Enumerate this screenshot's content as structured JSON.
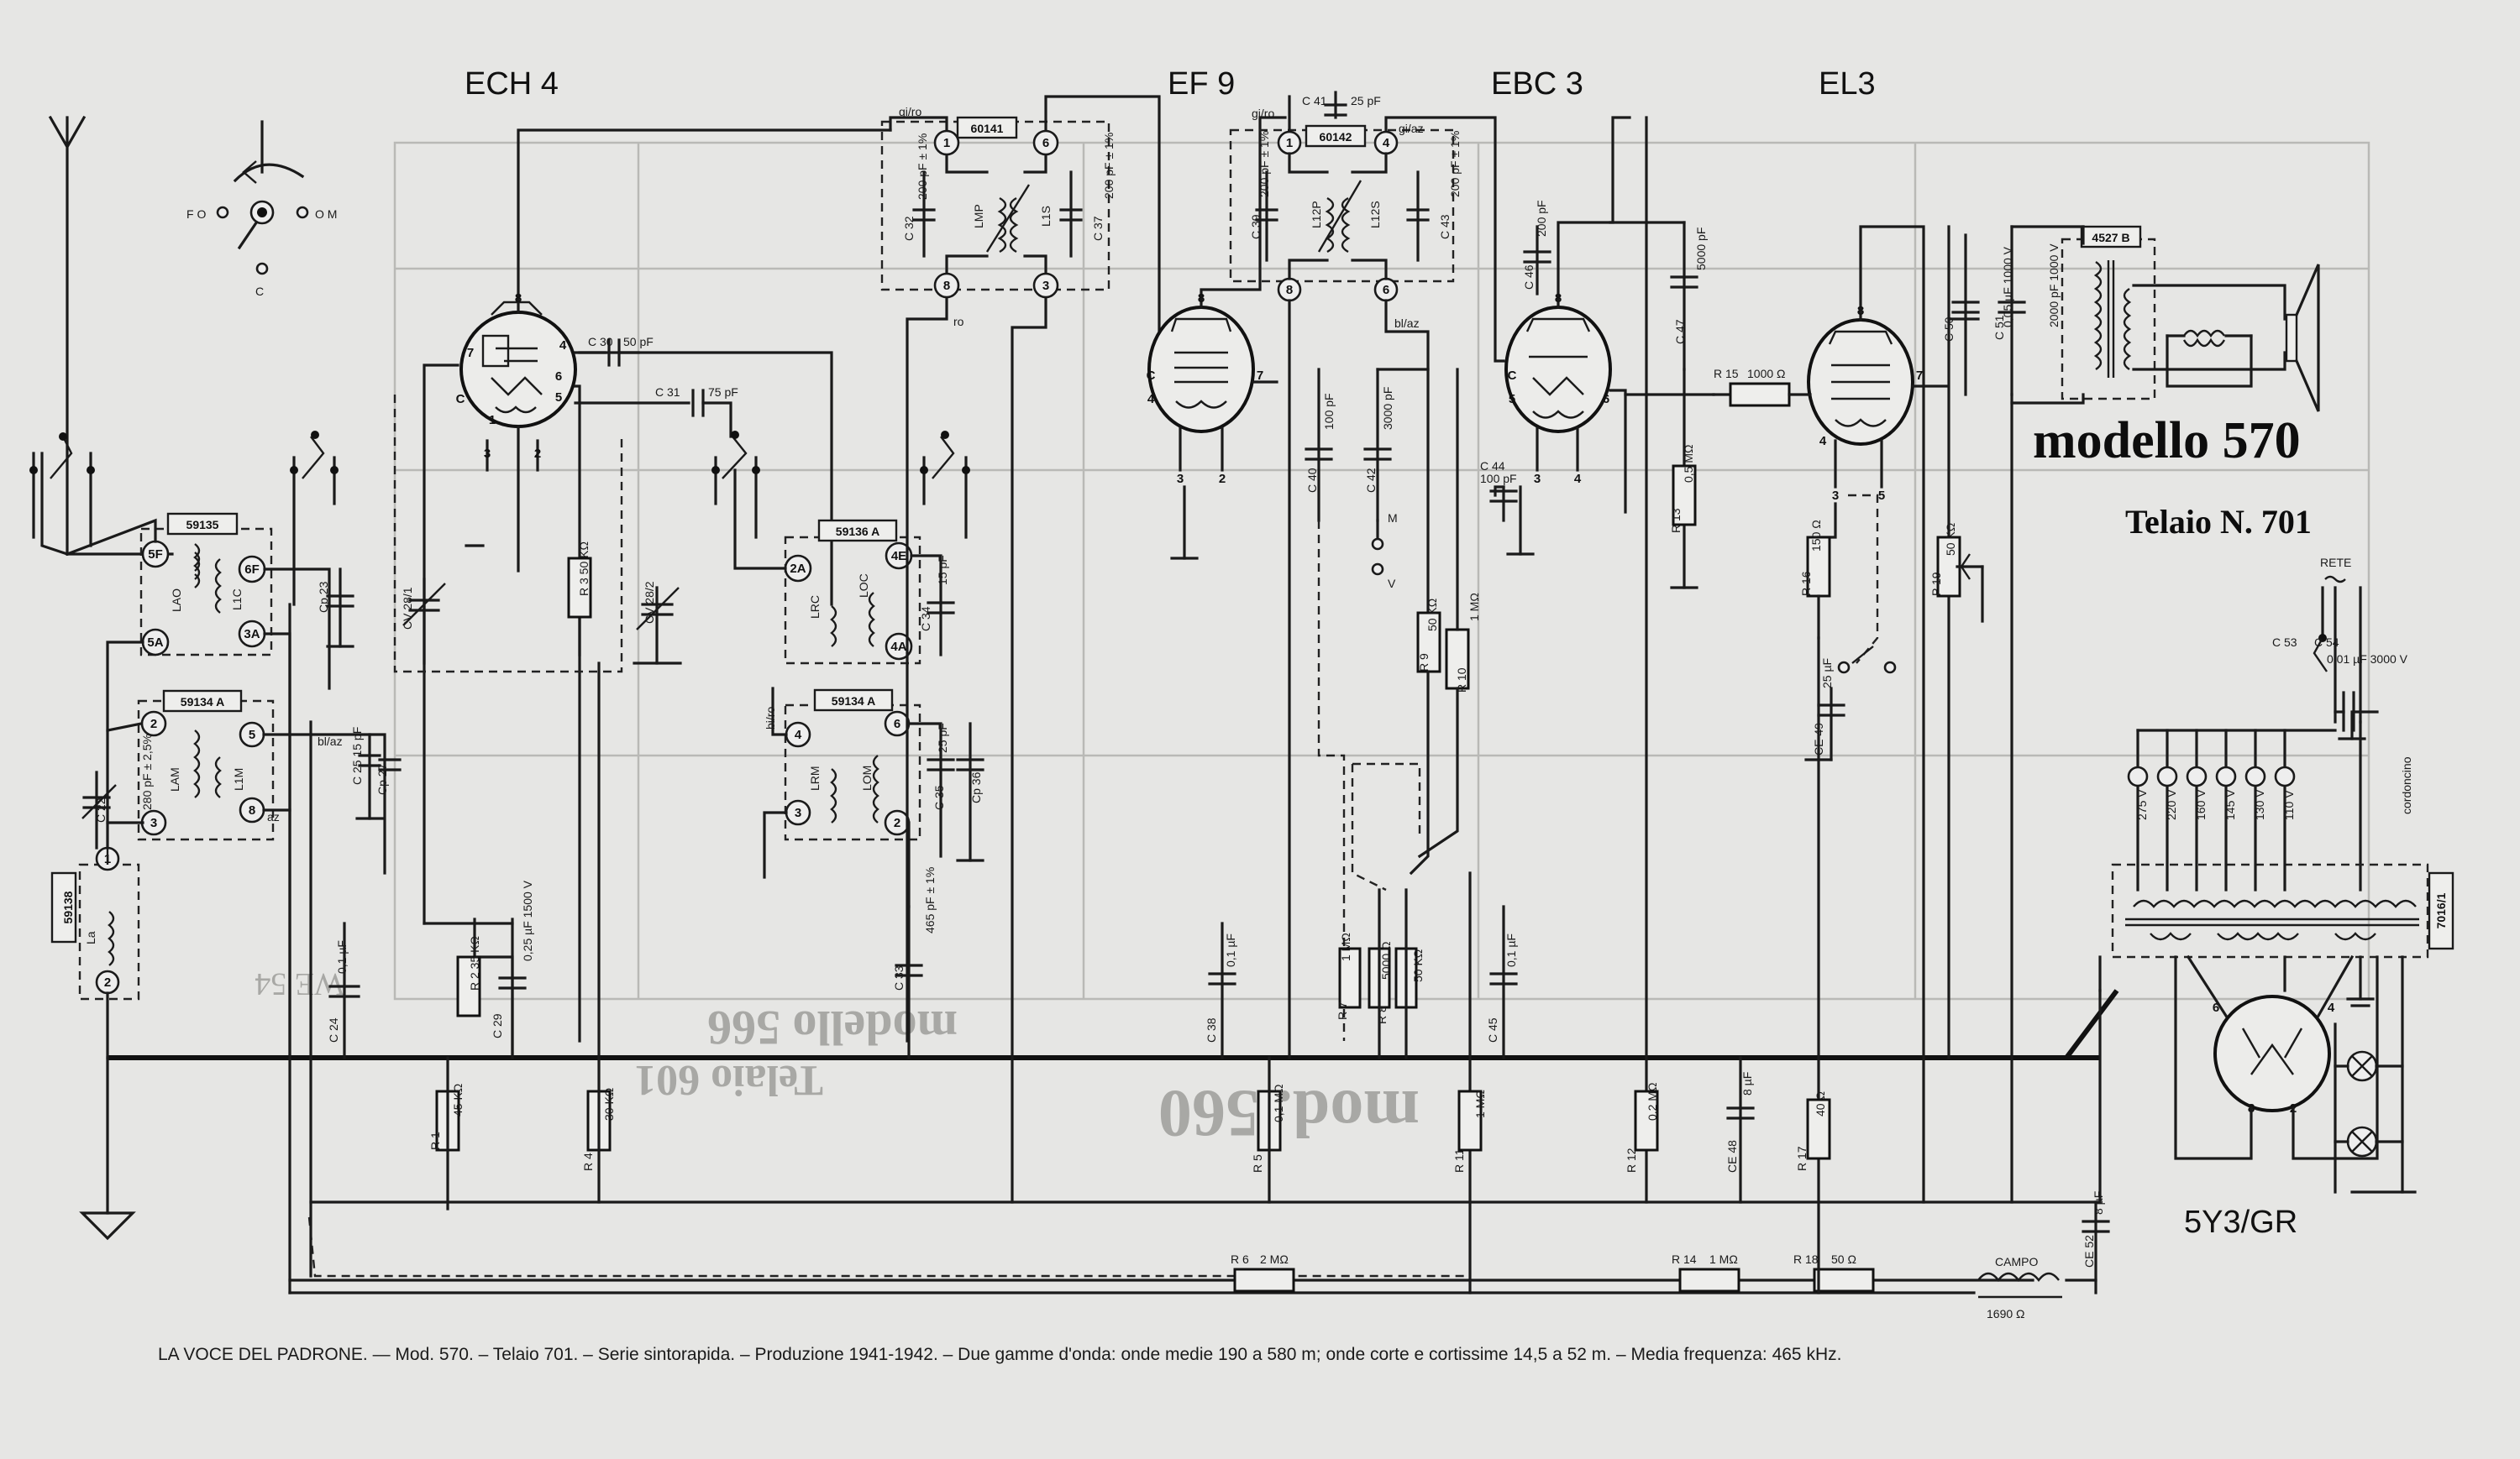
{
  "title": "modello 570",
  "subtitle": "Telaio N. 701",
  "caption": "LA VOCE DEL PADRONE. — Mod. 570. – Telaio 701. – Serie sintorapida. – Produzione 1941-1942. – Due gamme d'onda: onde medie 190 a 580 m; onde corte e cortissime 14,5 a 52 m. – Media frequenza: 465 kHz.",
  "tubes": [
    {
      "id": "ech4",
      "label": "ECH 4"
    },
    {
      "id": "ef9",
      "label": "EF 9"
    },
    {
      "id": "ebc3",
      "label": "EBC 3"
    },
    {
      "id": "el3",
      "label": "EL3"
    },
    {
      "id": "rect",
      "label": "5Y3/GR"
    }
  ],
  "switch_labels": {
    "fo": "F O",
    "om": "O M",
    "c": "C"
  },
  "transformers": {
    "t59135": "59135",
    "t59134a": "59134 A",
    "t59136a": "59136 A",
    "t59134a2": "59134 A",
    "t59138": "59138",
    "t60141": "60141",
    "t60142": "60142",
    "t4527b": "4527 B",
    "t7016": "7016/1"
  },
  "coils": {
    "lao": "LAO",
    "l1c": "L1C",
    "lam": "LAM",
    "l1m": "L1M",
    "lrc": "LRC",
    "loc": "LOC",
    "lrm": "LRM",
    "lom": "LOM",
    "lmp": "LMP",
    "l1s": "L1S",
    "l12p": "L12P",
    "l12s": "L12S",
    "la": "La"
  },
  "components": {
    "c22": "C 22",
    "c22v": "280 pF ± 2,5%",
    "c23": "Cp 23",
    "cv281": "CV 28/1",
    "cv282": "CV 28/2",
    "c25": "C 25 15 pF",
    "c27": "Cp 27",
    "c24": "C 24",
    "c24v": "0,1 µF",
    "r1": "R 1",
    "r1v": "45 KΩ",
    "r2": "R 2 35 KΩ",
    "c29": "C 29",
    "c29v": "0,25 µF 1500 V",
    "r3": "R 3 50 KΩ",
    "r4": "R 4",
    "r4v": "30 KΩ",
    "c30": "C 30",
    "c30v": "50 pF",
    "c31": "C 31",
    "c31v": "75 pF",
    "c33": "C 33",
    "c33v": "465 pF ± 1%",
    "c34": "C 34",
    "c34v": "15 pF",
    "c35": "C 35",
    "c35v": "25 pF",
    "c36": "Cp 36",
    "c32": "C 32",
    "c32v": "200 pF ± 1%",
    "c37": "C 37",
    "c37v": "200 pF ± 1%",
    "c39": "C 39",
    "c39v": "200 pF ± 1%",
    "c43": "C 43",
    "c43v": "200 pF ± 1%",
    "c41": "C 41",
    "c41v": "25 pF",
    "c40": "C 40",
    "c40v": "100 pF",
    "c42": "C 42",
    "c42v": "3000 pF",
    "c44": "C 44",
    "c44v": "100 pF",
    "c38": "C 38",
    "c38v": "0,1 µF",
    "r5": "R 5",
    "r5v": "0,1 MΩ",
    "r6": "R 6",
    "r6v": "2 MΩ",
    "r7": "R 7",
    "r7v": "1 MΩ",
    "r8": "R 8",
    "r8v": "5000 Ω",
    "r8b": "50 KΩ",
    "r9": "R 9",
    "r9v": "50 KΩ",
    "r10": "R 10",
    "r10v": "1 MΩ",
    "r11": "R 11",
    "r11v": "1 MΩ",
    "c45": "C 45",
    "c45v": "0,1 µF",
    "c46": "C 46",
    "c46v": "200 pF",
    "c47": "C 47",
    "c47v": "5000 pF",
    "r12": "R 12",
    "r12v": "0,2 MΩ",
    "r13": "R 13",
    "r13v": "0,5 MΩ",
    "r14": "R 14",
    "r14v": "1 MΩ",
    "r15": "R 15",
    "r15v": "1000 Ω",
    "r16": "R 16",
    "r16v": "150 Ω",
    "r17": "R 17",
    "r17v": "40 Ω",
    "r18": "R 18",
    "r18v": "50 Ω",
    "ce48": "CE 48",
    "ce48v": "8 µF",
    "ce49": "CE 49",
    "ce49v": "25 µF",
    "c50": "C 50",
    "c50v": "0,05 µF 1000 V",
    "c51": "C 51",
    "c51v": "2000 pF 1000 V",
    "p19": "P 19",
    "p19v": "50 KΩ",
    "c53": "C 53",
    "c54": "C 54",
    "c53v": "0,01 µF 3000 V",
    "ce52": "CE 52",
    "ce52v": "8 µF",
    "campo": "CAMPO",
    "campov": "1690 Ω",
    "rete": "RETE",
    "cordoncino": "cordoncino",
    "giro": "gi/ro",
    "giaz": "gi/az",
    "blaz": "bl/az",
    "biro": "bi/ro",
    "ro": "ro",
    "az": "az",
    "m": "M",
    "v": "V"
  },
  "voltages": [
    "275 V",
    "220 V",
    "160 V",
    "145 V",
    "130 V",
    "110 V"
  ],
  "ghost": {
    "g1": "modello 566",
    "g2": "Telaio 601",
    "g3": "mod. 560",
    "g4": "WE 54"
  },
  "colors": {
    "ink": "#1a1a1a",
    "paper": "#e6e6e4",
    "ghost": "#b0b0ad"
  }
}
